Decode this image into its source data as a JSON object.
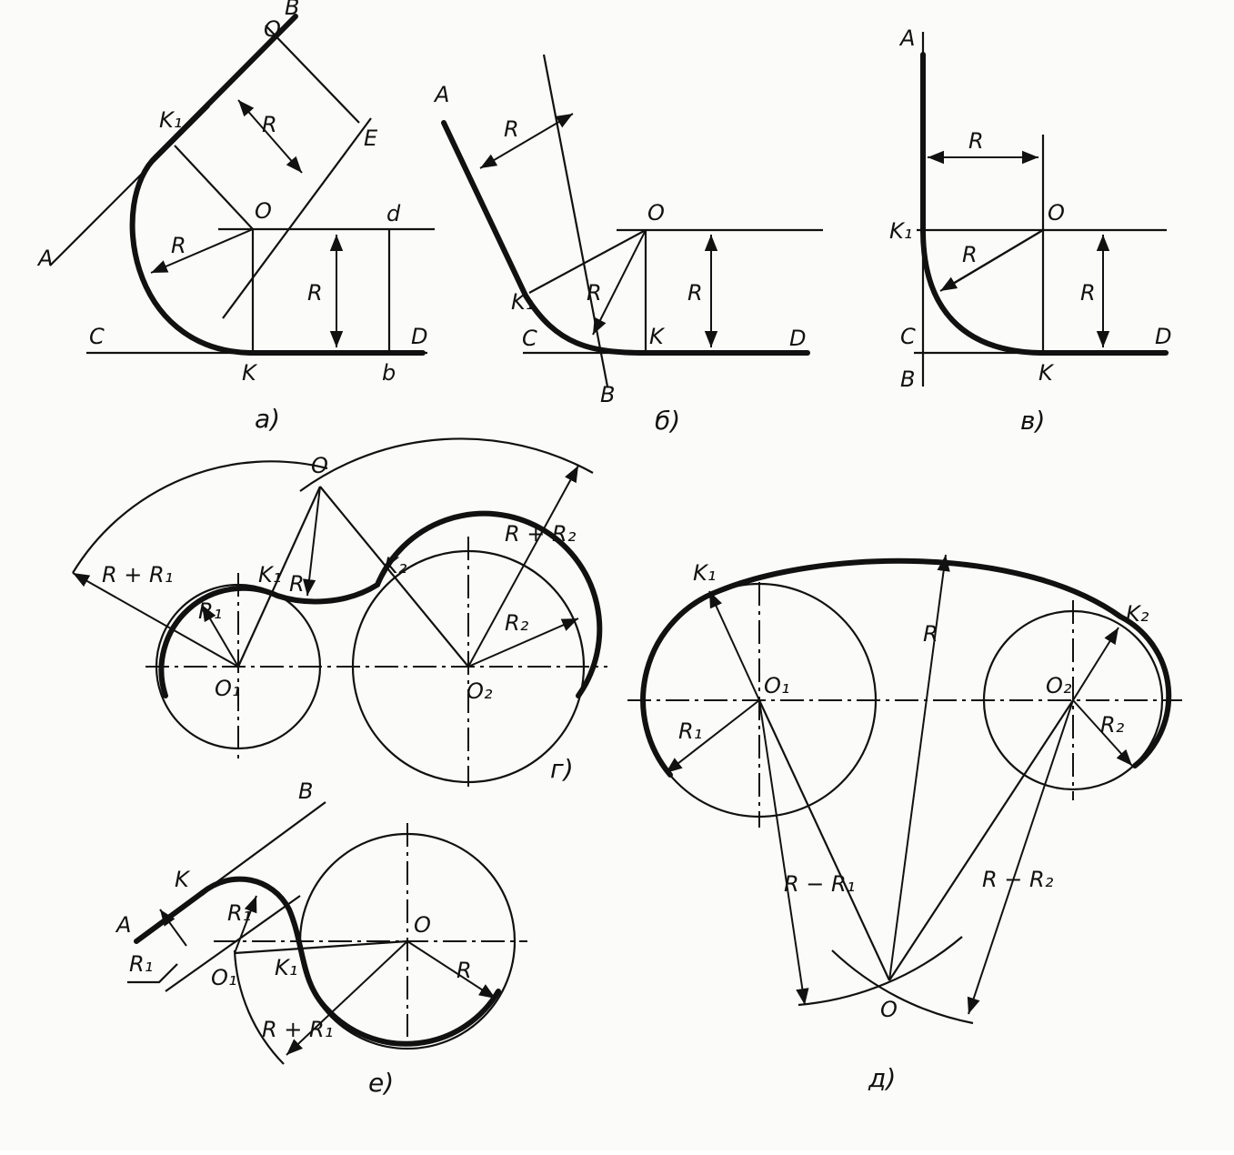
{
  "panels": {
    "a": {
      "caption": "а)",
      "labels": {
        "A": "A",
        "B": "B",
        "C": "C",
        "D": "D",
        "E": "E",
        "O_top": "O",
        "O": "O",
        "K1": "K₁",
        "K": "K",
        "d": "d",
        "b": "b",
        "R1": "R",
        "R2": "R",
        "R3": "R"
      }
    },
    "b": {
      "caption": "б)",
      "labels": {
        "A": "A",
        "B": "B",
        "C": "C",
        "D": "D",
        "O": "O",
        "K1": "K₁",
        "K": "K",
        "R1": "R",
        "R2": "R",
        "R3": "R"
      }
    },
    "v": {
      "caption": "в)",
      "labels": {
        "A": "A",
        "B": "B",
        "C": "C",
        "D": "D",
        "O": "O",
        "K1": "K₁",
        "K": "K",
        "R1": "R",
        "R2": "R",
        "R3": "R"
      }
    },
    "g": {
      "caption": "г)",
      "labels": {
        "O": "O",
        "O1": "O₁",
        "O2": "O₂",
        "K1": "K₁",
        "K2": "K₂",
        "RR1": "R + R₁",
        "RR2": "R + R₂",
        "R": "R",
        "R1": "R₁",
        "R2": "R₂"
      }
    },
    "e": {
      "caption": "е)",
      "labels": {
        "A": "A",
        "B": "B",
        "K": "K",
        "K1": "K₁",
        "O": "O",
        "O1": "O₁",
        "R": "R",
        "R1a": "R₁",
        "R1b": "R₁",
        "RR1": "R + R₁"
      }
    },
    "d": {
      "caption": "д)",
      "labels": {
        "O": "O",
        "O1": "O₁",
        "O2": "O₂",
        "K1": "K₁",
        "K2": "K₂",
        "R": "R",
        "R1": "R₁",
        "R2": "R₂",
        "RmR1": "R − R₁",
        "RmR2": "R − R₂"
      }
    }
  }
}
